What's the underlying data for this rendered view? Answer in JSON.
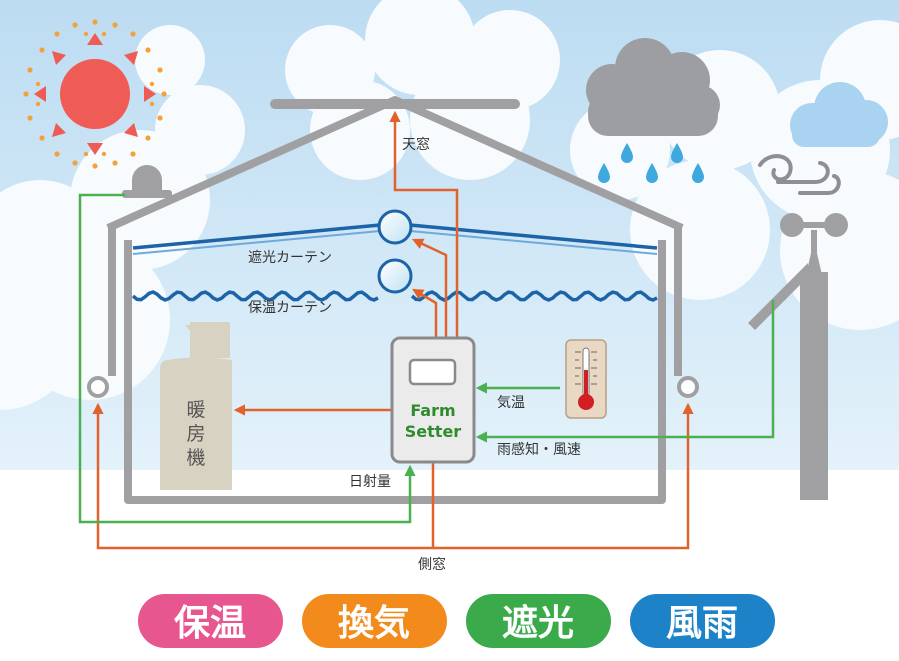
{
  "labels": {
    "skylight": "天窓",
    "shade_curtain": "遮光カーテン",
    "thermal_curtain": "保温カーテン",
    "air_temp": "気温",
    "rain_wind": "雨感知・風速",
    "solar": "日射量",
    "side_window": "側窓"
  },
  "controller": {
    "line1": "Farm",
    "line2": "Setter"
  },
  "heater": {
    "c1": "暖",
    "c2": "房",
    "c3": "機"
  },
  "pills": [
    {
      "label": "保温",
      "color": "#e8568f"
    },
    {
      "label": "換気",
      "color": "#f28a1c"
    },
    {
      "label": "遮光",
      "color": "#3aaa4a"
    },
    {
      "label": "風雨",
      "color": "#1e82c8"
    }
  ],
  "colors": {
    "sky": "#cfe6f6",
    "cloud": "#f7fbfe",
    "house": "#a0a0a3",
    "curtain": "#1c63a8",
    "control_line": "#e2622c",
    "sensor_line": "#4caf50",
    "heater": "#d8d2c2",
    "sun": "#ef5b55",
    "sun_ray": "#f3a23a",
    "rain_cloud": "#9d9ea2",
    "rain_drop": "#3fa8df"
  },
  "icons": [
    "sun-icon",
    "rain-cloud-icon",
    "raindrop-icon",
    "wind-icon",
    "cloud-icon",
    "solar-sensor-icon",
    "anemometer-icon",
    "thermometer-icon"
  ]
}
